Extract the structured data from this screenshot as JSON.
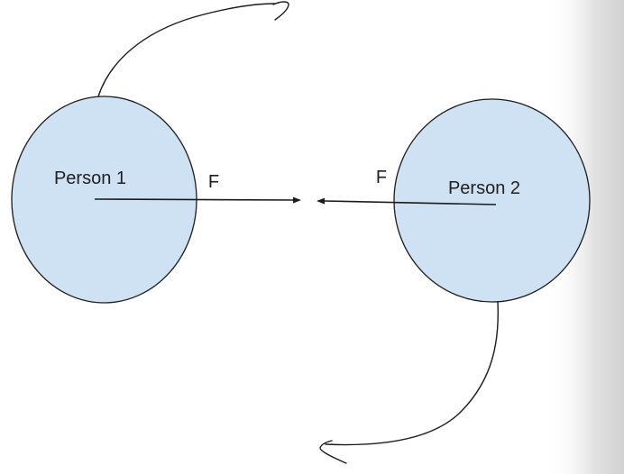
{
  "diagram": {
    "background_color": "#ffffff",
    "stroke_color": "#1c1c1c",
    "text_color": "#1f1f1f",
    "circle_fill": "#cfe2f3",
    "page_edge_shadow_color": "#c9c9c9",
    "person1_label": "Person 1",
    "person2_label": "Person 2",
    "force_label_left": "F",
    "force_label_right": "F"
  }
}
